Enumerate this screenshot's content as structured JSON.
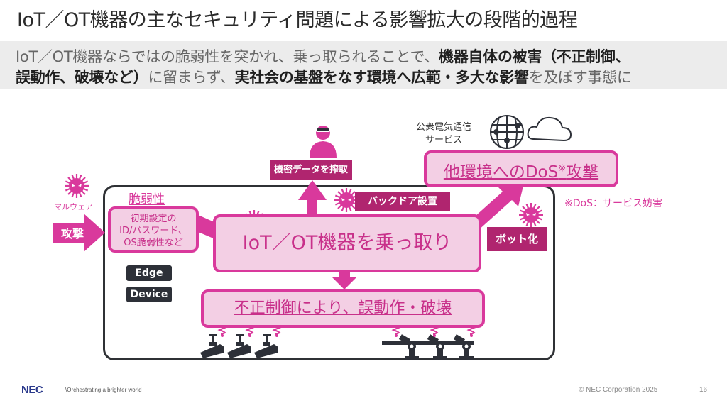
{
  "slide": {
    "title": "IoT／OT機器の主なセキュリティ問題による影響拡大の段階的過程",
    "summary": {
      "line1": [
        {
          "text": "IoT／OT機器ならではの脆弱性を突かれ、乗っ取られることで、",
          "style": "light"
        },
        {
          "text": "機器自体の被害（不正制御、",
          "style": "bold"
        }
      ],
      "line2": [
        {
          "text": "誤動作、破壊など）",
          "style": "bold"
        },
        {
          "text": "に留まらず、",
          "style": "light"
        },
        {
          "text": "実社会の基盤をなす環境へ広範・多大な影響",
          "style": "bold"
        },
        {
          "text": "を及ぼす事態に",
          "style": "light"
        }
      ]
    }
  },
  "diagram": {
    "malware_label": "マルウェア",
    "attack_label": "攻撃",
    "vulnerability_heading": "脆弱性",
    "vulnerability_box": [
      "初期設定の",
      "ID/パスワード、",
      "OS脆弱性など"
    ],
    "edge_label": "Edge",
    "device_label": "Device",
    "hijack_label": "IoT／OT機器を乗っ取り",
    "data_theft_label": "機密データを搾取",
    "backdoor_label": "バックドア設置",
    "botnet_label": "ボット化",
    "public_service_label": [
      "公衆電気通信",
      "サービス"
    ],
    "dos_label_main": "他環境へのDoS",
    "dos_label_mark": "※",
    "dos_label_end": "攻撃",
    "dos_note": "※DoS：サービス妨害",
    "malfunction_label": "不正制御により、誤動作・破壊"
  },
  "colors": {
    "accent_pink": "#d9399c",
    "light_pink": "#f3cfe4",
    "dark_magenta": "#b0256f",
    "dark_gray": "#2d3038"
  },
  "footer": {
    "logo": "NEC",
    "tagline": "\\Orchestrating a brighter world",
    "copyright": "© NEC Corporation 2025",
    "page_number": "16"
  }
}
